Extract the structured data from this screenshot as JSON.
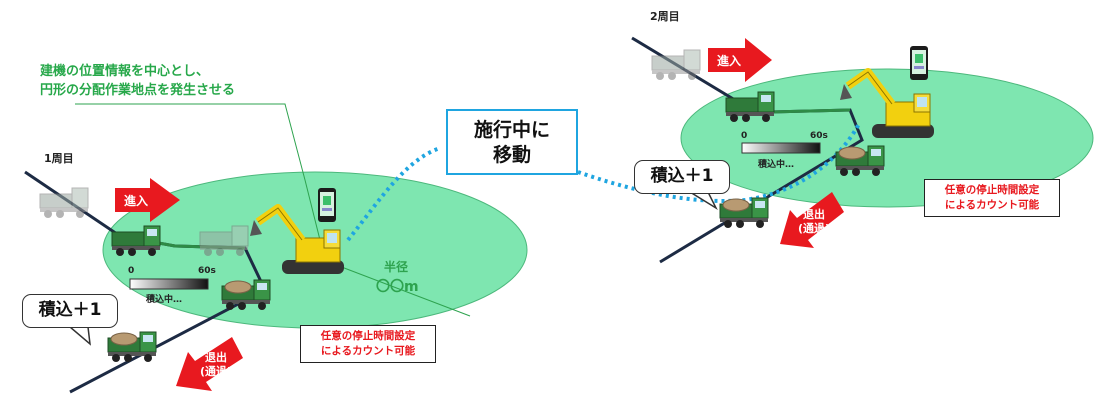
{
  "lap1": {
    "label": "1周目",
    "enter": "進入",
    "exit_line1": "退出",
    "exit_line2": "(通過)",
    "timer_min": "0",
    "timer_max": "60s",
    "timer_status": "積込中…",
    "load_count": "積込＋1",
    "radius_line1": "半径",
    "radius_line2": "〇〇m",
    "note_line1": "任意の停止時間設定",
    "note_line2": "によるカウント可能"
  },
  "lap2": {
    "label": "2周目",
    "enter": "進入",
    "exit_line1": "退出",
    "exit_line2": "(通過)",
    "timer_min": "0",
    "timer_max": "60s",
    "timer_status": "積込中…",
    "load_count": "積込＋1",
    "note_line1": "任意の停止時間設定",
    "note_line2": "によるカウント可能"
  },
  "caption_line1": "建機の位置情報を中心とし、",
  "caption_line2": "円形の分配作業地点を発生させる",
  "moving_line1": "施行中に",
  "moving_line2": "移動",
  "colors": {
    "zone_fill": "#7ee6b0",
    "zone_stroke": "#4cb87c",
    "arrow_red": "#e8191f",
    "caption_green": "#27a84a",
    "dotted_blue": "#1fa5e0",
    "excavator_yellow": "#f2d00f",
    "truck_green": "#2f7a3a"
  }
}
